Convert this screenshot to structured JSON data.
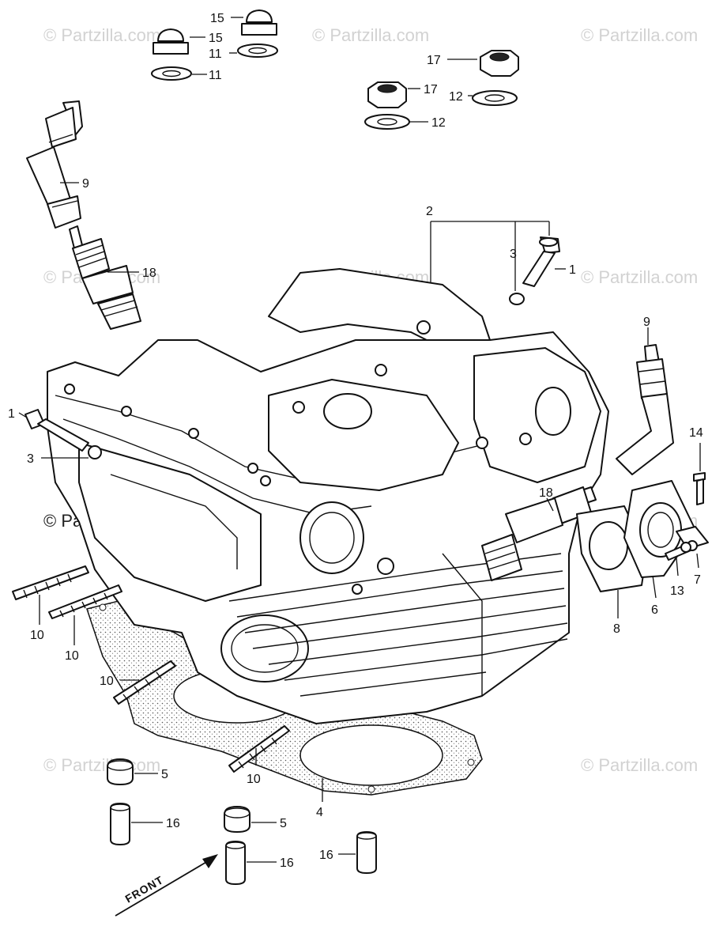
{
  "watermark": "© Partzilla.com",
  "front_label": "FRONT",
  "callouts": {
    "c15a": "15",
    "c15b": "15",
    "c11a": "11",
    "c11b": "11",
    "c17a": "17",
    "c17b": "17",
    "c12a": "12",
    "c12b": "12",
    "c9a": "9",
    "c9b": "9",
    "c18a": "18",
    "c18b": "18",
    "c2": "2",
    "c3a": "3",
    "c3b": "3",
    "c1a": "1",
    "c1b": "1",
    "c14": "14",
    "c7": "7",
    "c13": "13",
    "c6": "6",
    "c8": "8",
    "c10a": "10",
    "c10b": "10",
    "c10c": "10",
    "c10d": "10",
    "c4": "4",
    "c5a": "5",
    "c5b": "5",
    "c16a": "16",
    "c16b": "16",
    "c16c": "16"
  }
}
